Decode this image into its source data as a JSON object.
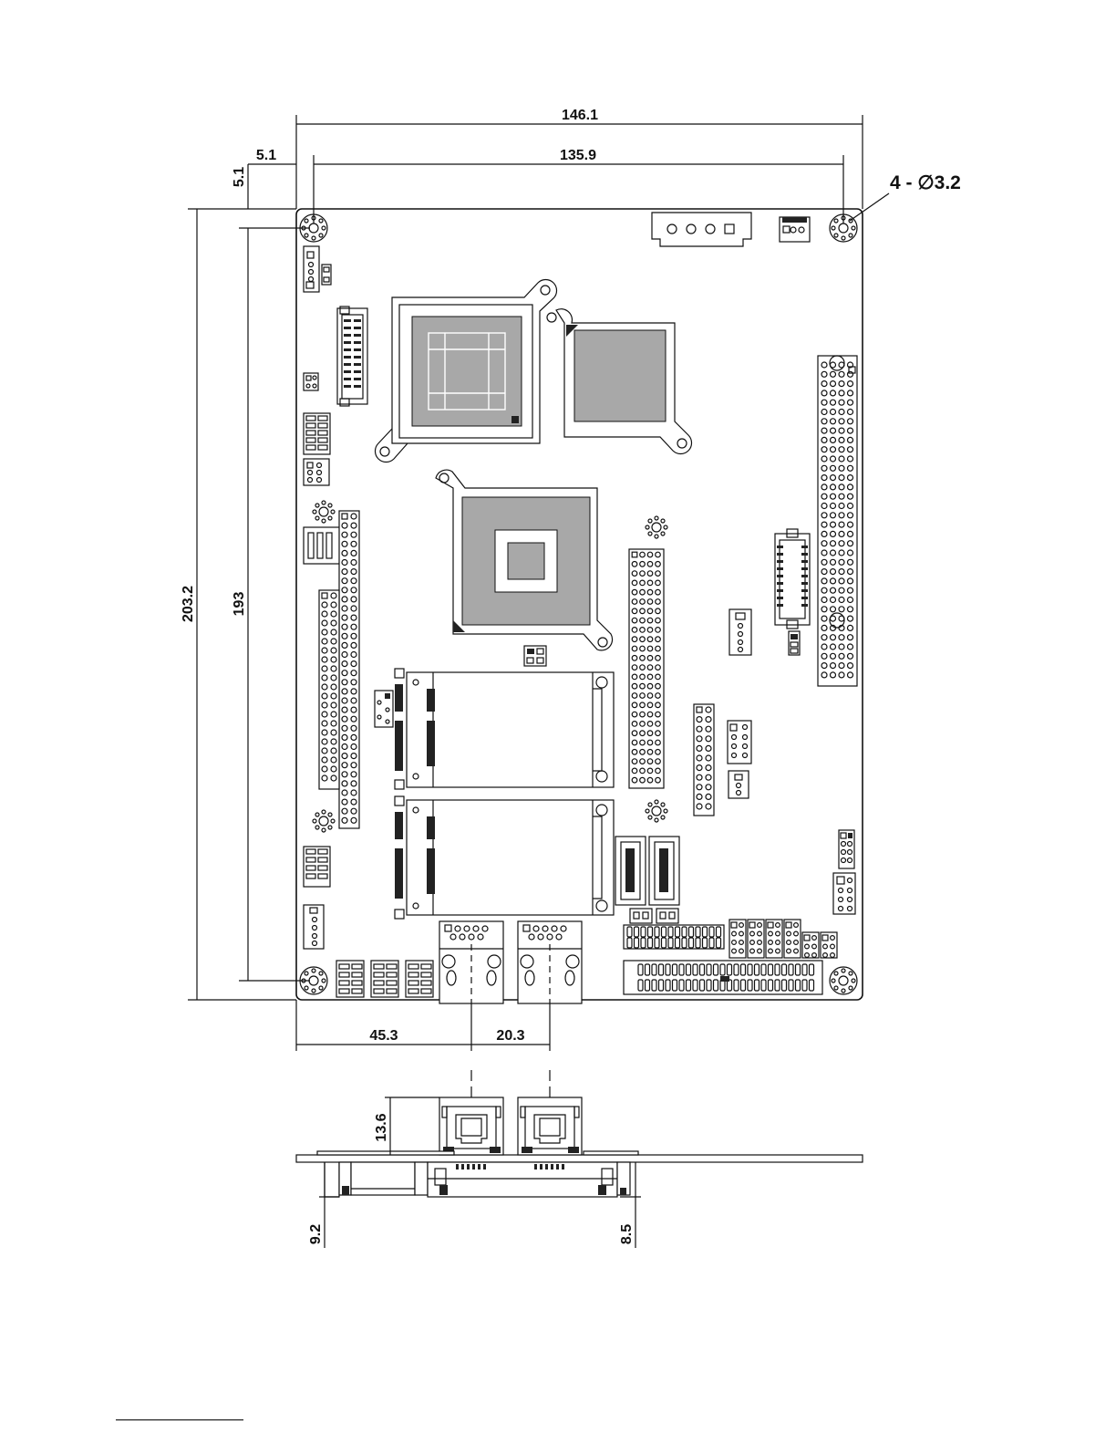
{
  "dimensions": {
    "board_width": "146.1",
    "hole_spacing_x": "135.9",
    "hole_offset_x": "5.1",
    "hole_offset_y": "5.1",
    "board_height": "203.2",
    "hole_spacing_y": "193",
    "mount_holes": "4 - ∅3.2",
    "lan1_offset": "45.3",
    "lan_spacing": "20.3",
    "rj45_height": "13.6",
    "bottom_left_height": "9.2",
    "bottom_right_height": "8.5"
  },
  "colors": {
    "line": "#111111",
    "background": "#ffffff"
  }
}
